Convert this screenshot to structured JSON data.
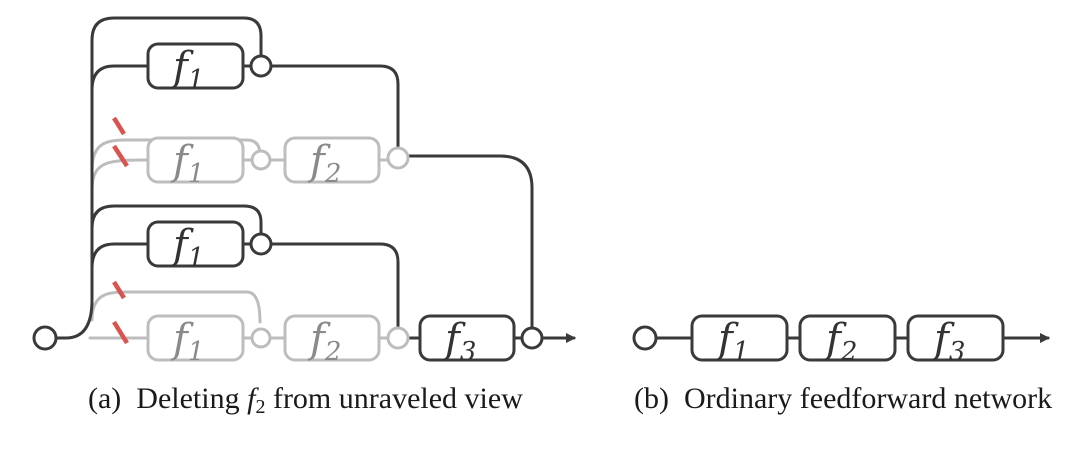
{
  "panel_a": {
    "caption_prefix": "(a)  Deleting ",
    "caption_fn": "f",
    "caption_sub": "2",
    "caption_suffix": " from unraveled view"
  },
  "panel_b": {
    "caption": "(b)  Ordinary feedforward network"
  },
  "modules": {
    "f1": {
      "base": "f",
      "sub": "1"
    },
    "f2": {
      "base": "f",
      "sub": "2"
    },
    "f3": {
      "base": "f",
      "sub": "3"
    }
  },
  "colors": {
    "active_path": "#3a3a3a",
    "deleted_path": "#bdbdbd",
    "cut_mark": "#d9534f"
  }
}
